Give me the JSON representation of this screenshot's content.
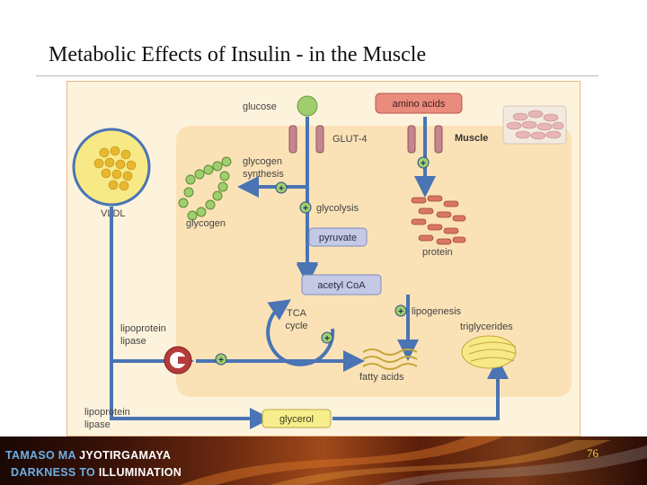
{
  "slide": {
    "title": "Metabolic Effects of Insulin - in the Muscle",
    "number": "76"
  },
  "diagram": {
    "labels": {
      "glucose": "glucose",
      "amino_acids": "amino acids",
      "glut4": "GLUT-4",
      "muscle": "Muscle",
      "glycogen_synthesis_1": "glycogen",
      "glycogen_synthesis_2": "synthesis",
      "glycolysis": "glycolysis",
      "glycogen": "glycogen",
      "vldl": "VLDL",
      "pyruvate": "pyruvate",
      "protein": "protein",
      "acetyl_coa": "acetyl CoA",
      "tca_1": "TCA",
      "tca_2": "cycle",
      "lipogenesis": "lipogenesis",
      "triglycerides": "triglycerides",
      "lipoprotein_lipase_1a": "lipoprotein",
      "lipoprotein_lipase_1b": "lipase",
      "fatty_acids": "fatty acids",
      "lipoprotein_lipase_2a": "lipoprotein",
      "lipoprotein_lipase_2b": "lipase",
      "glycerol": "glycerol"
    },
    "colors": {
      "background": "#fdf3dc",
      "cell": "#fbe2b6",
      "arrow": "#4a74b4",
      "box_fill": "#c4cae6",
      "amino_fill": "#e98b7d",
      "glycerol_fill": "#f6ed8d",
      "glucose_fill": "#9fce6e",
      "vldl_fill": "#f7ea86",
      "dot_fill": "#e7b82e",
      "protein_fill": "#d9775f",
      "channel_fill": "#c5868f",
      "lipase_fill": "#b63b3b",
      "plus_fill": "#9fce6e"
    }
  },
  "footer": {
    "line1": [
      {
        "text": "TAMASO MA ",
        "color": "#6cb0e6"
      },
      {
        "text": "JYOTIRGAMAYA",
        "color": "#ffffff"
      }
    ],
    "line2": [
      {
        "text": "DARKNESS TO ",
        "color": "#6cb0e6"
      },
      {
        "text": "ILLUMINATION",
        "color": "#ffffff"
      }
    ]
  }
}
